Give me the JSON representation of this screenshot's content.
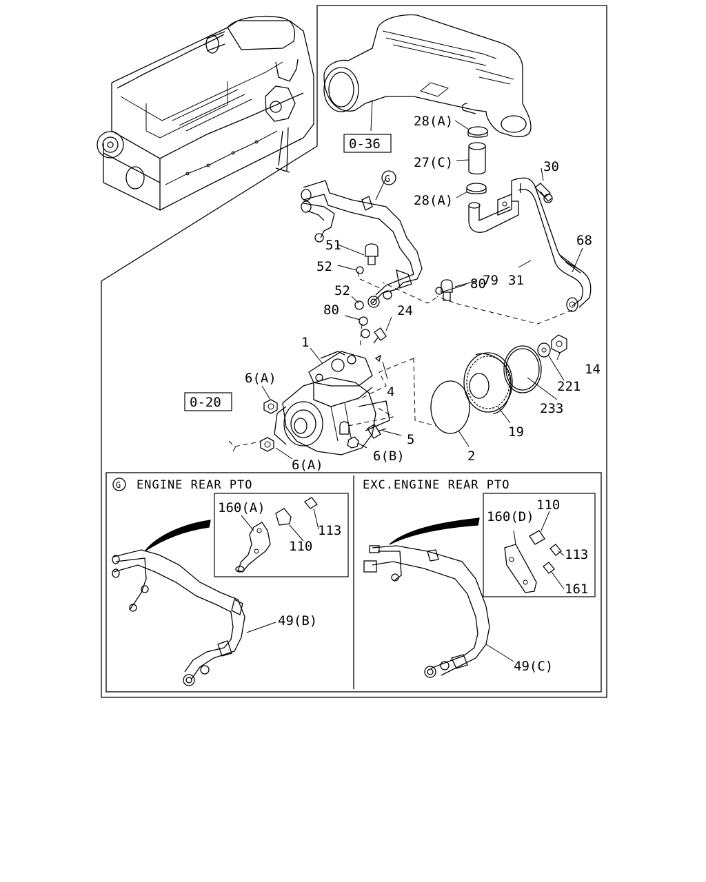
{
  "labels": {
    "ref_0_36": "0-36",
    "ref_0_20": "0-20",
    "p28a_top": "28(A)",
    "p27c": "27(C)",
    "p28a_bot": "28(A)",
    "p30": "30",
    "g_main": "G",
    "p51": "51",
    "p52_a": "52",
    "p52_b": "52",
    "p79": "79",
    "p31": "31",
    "p68": "68",
    "p80_a": "80",
    "p80_b": "80",
    "p24": "24",
    "p1": "1",
    "p6a_top": "6(A)",
    "p4": "4",
    "p14": "14",
    "p221": "221",
    "p233": "233",
    "p19": "19",
    "p2": "2",
    "p5": "5",
    "p6b": "6(B)",
    "p6a_bot": "6(A)"
  },
  "left_panel": {
    "g_mark": "G",
    "title": "ENGINE REAR PTO",
    "p160a": "160(A)",
    "p113": "113",
    "p110": "110",
    "p49b": "49(B)"
  },
  "right_panel": {
    "title": "EXC.ENGINE REAR PTO",
    "p160d": "160(D)",
    "p110": "110",
    "p113": "113",
    "p161": "161",
    "p49c": "49(C)"
  }
}
